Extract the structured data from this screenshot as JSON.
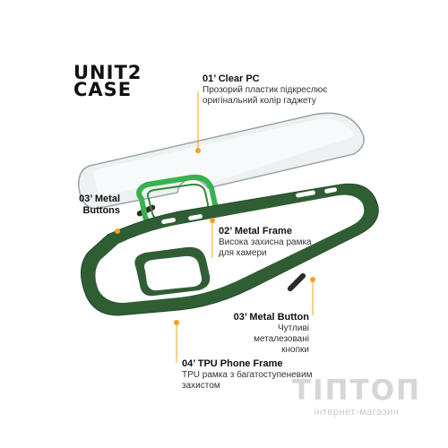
{
  "logo": {
    "line1": "UNIT2",
    "line2": "CASE"
  },
  "labels": {
    "clear_pc": {
      "title": "01’ Clear PC",
      "desc1": "Прозорий пластик підкреслює",
      "desc2": "оригінальний колір гаджету"
    },
    "metal_buttons": {
      "title1": "03’ Metal",
      "title2": "Buttons"
    },
    "metal_frame": {
      "title": "02’ Metal Frame",
      "desc1": "Висока захисна рамка",
      "desc2": "для камери"
    },
    "metal_button": {
      "title": "03’ Metal Button",
      "desc1": "Чутливі металезовані",
      "desc2": "кнопки"
    },
    "tpu_frame": {
      "title": "04’ TPU Phone Frame",
      "desc1": "TPU рамка з багатоступеневим",
      "desc2": "захистом"
    }
  },
  "watermark": {
    "brand": "ТІПТОП",
    "sub": "інтернет-магазин"
  },
  "colors": {
    "accent": "#f4a316",
    "frame_green": "#2f5e34",
    "camera_ring": "#37b24d",
    "button_metal": "#2b2b2b"
  }
}
